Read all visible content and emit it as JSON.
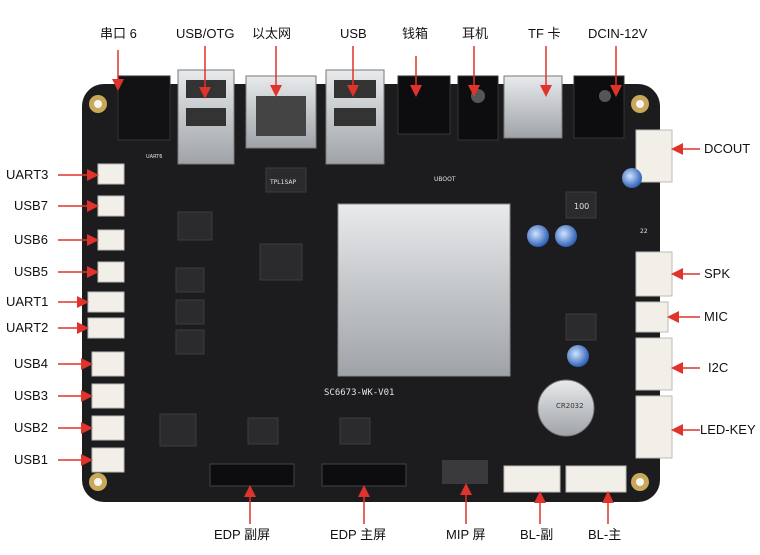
{
  "labels": {
    "top": {
      "serial6": "串口 6",
      "usb_otg": "USB/OTG",
      "ethernet": "以太网",
      "usb": "USB",
      "cashbox": "钱箱",
      "earphone": "耳机",
      "tf_card": "TF 卡",
      "dcin": "DCIN-12V"
    },
    "left": {
      "uart3": "UART3",
      "usb7": "USB7",
      "usb6": "USB6",
      "usb5": "USB5",
      "uart1": "UART1",
      "uart2": "UART2",
      "usb4": "USB4",
      "usb3": "USB3",
      "usb2": "USB2",
      "usb1": "USB1"
    },
    "right": {
      "dcout": "DCOUT",
      "spk": "SPK",
      "mic": "MIC",
      "i2c": "I2C",
      "led_key": "LED-KEY"
    },
    "bottom": {
      "edp_sub": "EDP 副屏",
      "edp_main": "EDP 主屏",
      "mipi": "MIP 屏",
      "bl_sub": "BL-副",
      "bl_main": "BL-主"
    }
  },
  "silkscreen": {
    "board_model": "SC6673-WK-V01",
    "uboot": "UBOOT",
    "battery": "CR2032",
    "pcb_label_uart6": "UART6",
    "inductor": "100",
    "lan_chip": "TPL1SAP",
    "num22": "22"
  },
  "colors": {
    "pcb": "#1c1c1e",
    "arrow": "#e0332b",
    "connector": "#f1efe8",
    "metal": "#c4c6c8"
  }
}
